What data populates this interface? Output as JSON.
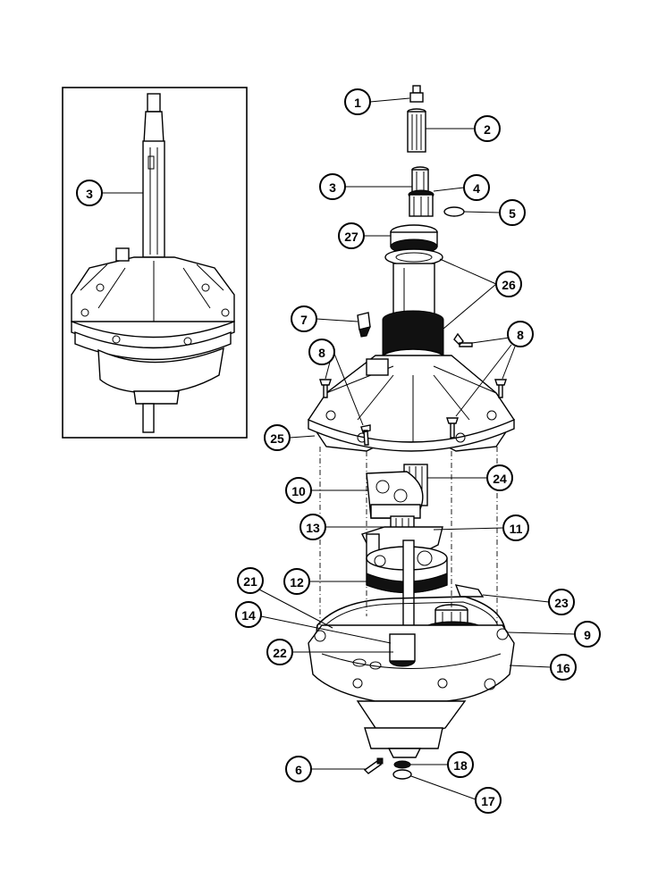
{
  "callouts": {
    "inset_3": "3",
    "c1": "1",
    "c2": "2",
    "c3": "3",
    "c4": "4",
    "c5": "5",
    "c27": "27",
    "c26": "26",
    "c7": "7",
    "c8a": "8",
    "c8b": "8",
    "c25": "25",
    "c10": "10",
    "c24": "24",
    "c13": "13",
    "c11": "11",
    "c12": "12",
    "c21": "21",
    "c23": "23",
    "c14": "14",
    "c9": "9",
    "c22": "22",
    "c16": "16",
    "c6": "6",
    "c18": "18",
    "c17": "17"
  }
}
